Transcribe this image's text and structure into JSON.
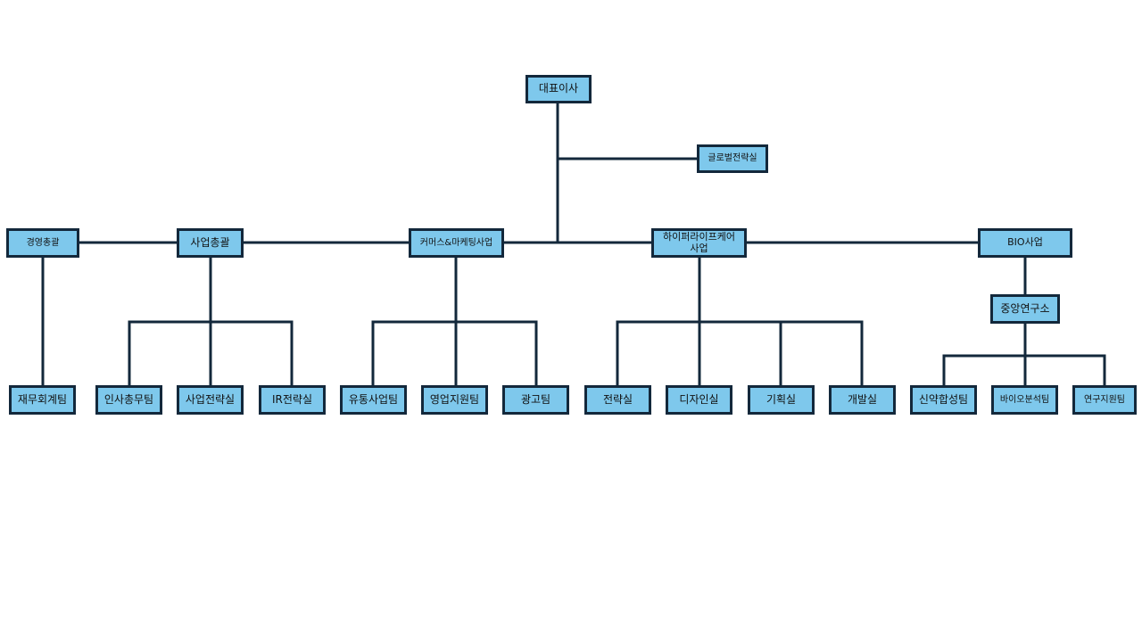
{
  "colors": {
    "box_fill": "#7ec8ec",
    "box_border": "#13283b",
    "line": "#13283b",
    "background": "#ffffff"
  },
  "nodes": {
    "ceo": "대표이사",
    "global_strategy": "글로벌전략실",
    "management": "경영총괄",
    "business": "사업총괄",
    "commerce": "커머스&마케팅사업",
    "hylifecare": "하이퍼라이프케어\n사업",
    "bio": "BIO사업",
    "research_center": "중앙연구소",
    "finance": "재무회계팀",
    "hr": "인사총무팀",
    "biz_strategy": "사업전략실",
    "ir": "IR전략실",
    "distribution": "유통사업팀",
    "sales_support": "영업지원팀",
    "advertising": "광고팀",
    "strategy": "전략실",
    "design": "디자인실",
    "planning": "기획실",
    "development": "개발실",
    "drug_synthesis": "신약합성팀",
    "bio_analysis": "바이오분석팀",
    "research_support": "연구지원팀"
  }
}
